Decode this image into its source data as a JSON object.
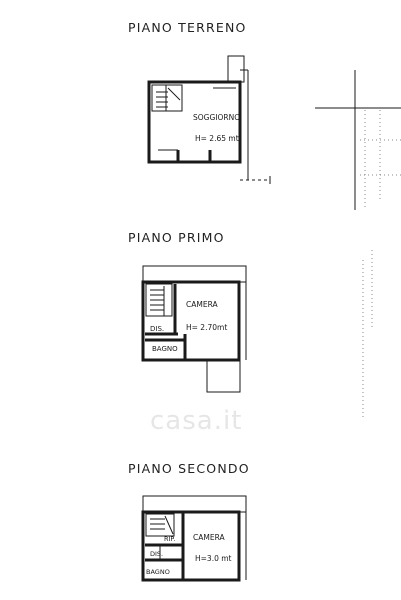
{
  "floors": [
    {
      "heading": "PIANO  TERRENO",
      "rooms": [
        {
          "name": "SOGGIORNO",
          "height": "H= 2.65 mt"
        }
      ]
    },
    {
      "heading": "PIANO  PRIMO",
      "rooms": [
        {
          "name": "CAMERA",
          "height": "H= 2.70mt"
        },
        {
          "name": "DIS."
        },
        {
          "name": "BAGNO"
        }
      ]
    },
    {
      "heading": "PIANO  SECONDO",
      "rooms": [
        {
          "name": "CAMERA",
          "height": "H=3.0 mt"
        },
        {
          "name": "RIP."
        },
        {
          "name": "DIS."
        },
        {
          "name": "BAGNO"
        }
      ]
    }
  ],
  "watermark": "casa.it"
}
